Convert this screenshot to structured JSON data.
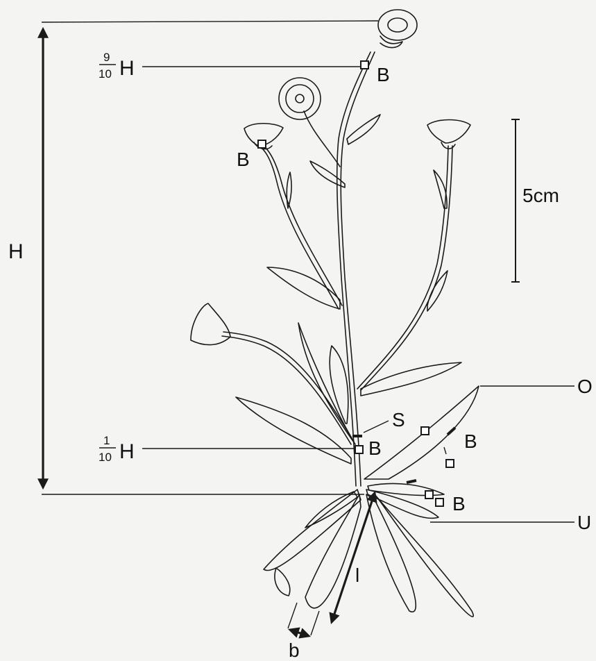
{
  "labels": {
    "height": "H",
    "nine_tenths": {
      "num": "9",
      "den": "10",
      "var": "H"
    },
    "one_tenth": {
      "num": "1",
      "den": "10",
      "var": "H"
    },
    "scale_bar": "5cm",
    "b_marker": "B",
    "s_marker": "S",
    "o_marker": "O",
    "u_marker": "U",
    "leaf_length": "l",
    "leaf_width": "b"
  }
}
